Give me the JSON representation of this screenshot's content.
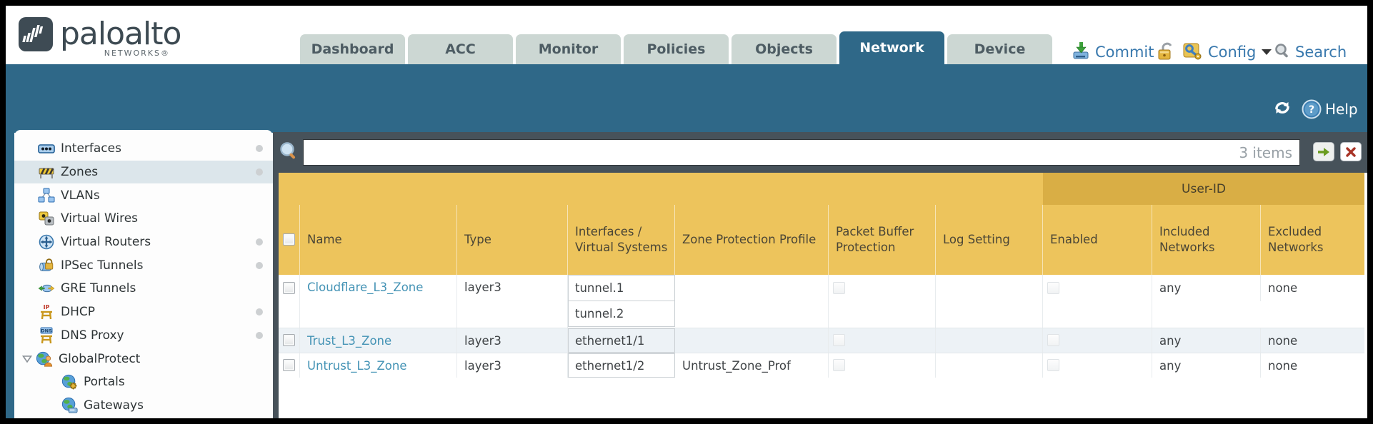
{
  "brand": {
    "name": "paloalto",
    "subtitle": "NETWORKS®"
  },
  "nav": {
    "tabs": [
      {
        "label": "Dashboard",
        "active": false
      },
      {
        "label": "ACC",
        "active": false
      },
      {
        "label": "Monitor",
        "active": false
      },
      {
        "label": "Policies",
        "active": false
      },
      {
        "label": "Objects",
        "active": false
      },
      {
        "label": "Network",
        "active": true
      },
      {
        "label": "Device",
        "active": false
      }
    ]
  },
  "header_actions": {
    "commit": "Commit",
    "config": "Config",
    "search": "Search"
  },
  "band": {
    "help": "Help"
  },
  "sidebar": {
    "items": [
      {
        "label": "Interfaces",
        "icon": "interfaces-icon",
        "dot": true,
        "selected": false
      },
      {
        "label": "Zones",
        "icon": "zones-icon",
        "dot": true,
        "selected": true
      },
      {
        "label": "VLANs",
        "icon": "vlans-icon",
        "dot": false,
        "selected": false
      },
      {
        "label": "Virtual Wires",
        "icon": "virtual-wires-icon",
        "dot": false,
        "selected": false
      },
      {
        "label": "Virtual Routers",
        "icon": "virtual-routers-icon",
        "dot": true,
        "selected": false
      },
      {
        "label": "IPSec Tunnels",
        "icon": "ipsec-tunnels-icon",
        "dot": true,
        "selected": false
      },
      {
        "label": "GRE Tunnels",
        "icon": "gre-tunnels-icon",
        "dot": false,
        "selected": false
      },
      {
        "label": "DHCP",
        "icon": "dhcp-icon",
        "dot": true,
        "selected": false
      },
      {
        "label": "DNS Proxy",
        "icon": "dns-proxy-icon",
        "dot": true,
        "selected": false
      },
      {
        "label": "GlobalProtect",
        "icon": "globalprotect-icon",
        "dot": false,
        "selected": false,
        "expanded": true
      },
      {
        "label": "Portals",
        "icon": "portals-icon",
        "dot": false,
        "selected": false,
        "child": true
      },
      {
        "label": "Gateways",
        "icon": "gateways-icon",
        "dot": false,
        "selected": false,
        "child": true
      }
    ]
  },
  "toolbar": {
    "search_value": "",
    "items_count": "3 items"
  },
  "table": {
    "group_header": "User-ID",
    "columns": [
      "Name",
      "Type",
      "Interfaces / Virtual Systems",
      "Zone Protection Profile",
      "Packet Buffer Protection",
      "Log Setting",
      "Enabled",
      "Included Networks",
      "Excluded Networks"
    ],
    "rows": [
      {
        "name": "Cloudflare_L3_Zone",
        "type": "layer3",
        "interfaces": [
          "tunnel.1",
          "tunnel.2"
        ],
        "zone_protection_profile": "",
        "log_setting": "",
        "included_networks": "any",
        "excluded_networks": "none"
      },
      {
        "name": "Trust_L3_Zone",
        "type": "layer3",
        "interfaces": [
          "ethernet1/1"
        ],
        "zone_protection_profile": "",
        "log_setting": "",
        "included_networks": "any",
        "excluded_networks": "none"
      },
      {
        "name": "Untrust_L3_Zone",
        "type": "layer3",
        "interfaces": [
          "ethernet1/2"
        ],
        "zone_protection_profile": "Untrust_Zone_Prof",
        "log_setting": "",
        "included_networks": "any",
        "excluded_networks": "none"
      }
    ]
  },
  "colors": {
    "accent_teal": "#2f6888",
    "header_amber": "#edc45c",
    "user_id_band": "#d9ae45",
    "toolbar_dark": "#47525a",
    "link_blue": "#4493b5",
    "action_blue": "#3878ad"
  }
}
